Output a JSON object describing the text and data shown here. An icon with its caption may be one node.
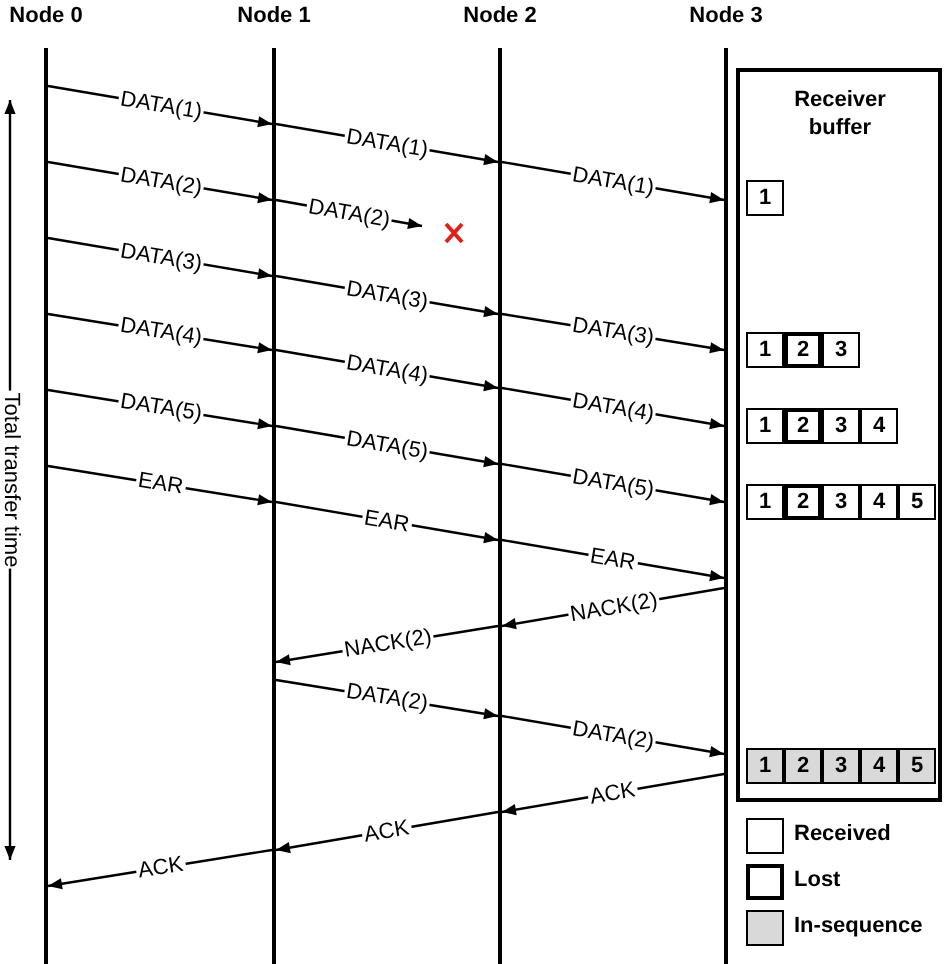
{
  "diagram": {
    "nodes": [
      {
        "text": [
          "Node 0"
        ]
      },
      {
        "text": [
          "Node 1"
        ]
      },
      {
        "text": [
          "Node 2"
        ]
      },
      {
        "text": [
          "Node 3"
        ]
      },
      {
        "text": [
          "Receiver buffer"
        ]
      },
      {
        "text": [
          "1"
        ],
        "in": 4
      },
      {
        "text": [
          "1"
        ],
        "in": 4
      },
      {
        "text": [
          "2"
        ],
        "in": 4
      },
      {
        "text": [
          "3"
        ],
        "in": 4
      },
      {
        "text": [
          "1"
        ],
        "in": 4
      },
      {
        "text": [
          "2"
        ],
        "in": 4
      },
      {
        "text": [
          "3"
        ],
        "in": 4
      },
      {
        "text": [
          "4"
        ],
        "in": 4
      },
      {
        "text": [
          "1"
        ],
        "in": 4
      },
      {
        "text": [
          "2"
        ],
        "in": 4
      },
      {
        "text": [
          "3"
        ],
        "in": 4
      },
      {
        "text": [
          "4"
        ],
        "in": 4
      },
      {
        "text": [
          "5"
        ],
        "in": 4
      },
      {
        "text": [
          "1"
        ],
        "in": 4
      },
      {
        "text": [
          "2"
        ],
        "in": 4
      },
      {
        "text": [
          "3"
        ],
        "in": 4
      },
      {
        "text": [
          "4"
        ],
        "in": 4
      },
      {
        "text": [
          "5"
        ],
        "in": 4
      }
    ],
    "edges": [
      {
        "from": 0,
        "to": 1,
        "arrow": "to",
        "label": "DATA(1)"
      },
      {
        "from": 1,
        "to": 2,
        "arrow": "to",
        "label": "DATA(1)"
      },
      {
        "from": 2,
        "to": 3,
        "arrow": "to",
        "label": "DATA(1)"
      },
      {
        "from": 0,
        "to": 1,
        "arrow": "to",
        "label": "DATA(2)"
      },
      {
        "from": 1,
        "to": null,
        "arrow": "to",
        "label": "DATA(2)"
      },
      {
        "from": 0,
        "to": 1,
        "arrow": "to",
        "label": "DATA(3)"
      },
      {
        "from": 1,
        "to": 2,
        "arrow": "to",
        "label": "DATA(3)"
      },
      {
        "from": 2,
        "to": 3,
        "arrow": "to",
        "label": "DATA(3)"
      },
      {
        "from": 0,
        "to": 1,
        "arrow": "to",
        "label": "DATA(4)"
      },
      {
        "from": 1,
        "to": 2,
        "arrow": "to",
        "label": "DATA(4)"
      },
      {
        "from": 2,
        "to": 3,
        "arrow": "to",
        "label": "DATA(4)"
      },
      {
        "from": 0,
        "to": 1,
        "arrow": "to",
        "label": "DATA(5)"
      },
      {
        "from": 1,
        "to": 2,
        "arrow": "to",
        "label": "DATA(5)"
      },
      {
        "from": 2,
        "to": 3,
        "arrow": "to",
        "label": "DATA(5)"
      },
      {
        "from": 0,
        "to": 1,
        "arrow": "to",
        "label": "EAR"
      },
      {
        "from": 1,
        "to": 2,
        "arrow": "to",
        "label": "EAR"
      },
      {
        "from": 2,
        "to": 3,
        "arrow": "to",
        "label": "EAR"
      },
      {
        "from": 3,
        "to": 2,
        "arrow": "to",
        "label": "NACK(2)"
      },
      {
        "from": 2,
        "to": 1,
        "arrow": "to",
        "label": "NACK(2)"
      },
      {
        "from": 1,
        "to": 2,
        "arrow": "to",
        "label": "DATA(2)"
      },
      {
        "from": 2,
        "to": 3,
        "arrow": "to",
        "label": "DATA(2)"
      },
      {
        "from": 3,
        "to": 2,
        "arrow": "to",
        "label": "ACK"
      },
      {
        "from": 2,
        "to": 1,
        "arrow": "to",
        "label": "ACK"
      },
      {
        "from": 1,
        "to": 0,
        "arrow": "to",
        "label": "ACK"
      }
    ],
    "labels": [
      "Total transfer time"
    ],
    "legend": [
      {
        "text": "Received",
        "color": "#ffffff"
      },
      {
        "text": "Lost"
      },
      {
        "text": "In-sequence",
        "color": "#d9d9d9"
      }
    ]
  }
}
